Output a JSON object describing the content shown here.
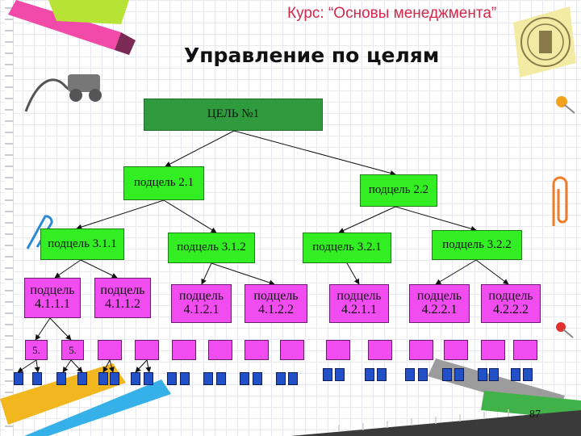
{
  "header": {
    "course": "Курс: “Основы менеджмента”",
    "title": "Управление по целям"
  },
  "tree": {
    "root": "ЦЕЛЬ №1",
    "level2": [
      "подцель 2.1",
      "подцель 2.2"
    ],
    "level3": [
      "подцель 3.1.1",
      "подцель 3.1.2",
      "подцель 3.2.1",
      "подцель 3.2.2"
    ],
    "level4": [
      "подцель\n4.1.1.1",
      "подцель\n4.1.1.2",
      "подцель\n4.1.2.1",
      "подцель\n4.1.2.2",
      "подцель\n4.2.1.1",
      "подцель\n4.2.2.1",
      "подцель\n4.2.2.2"
    ],
    "level5": [
      "5.",
      "5."
    ]
  },
  "colors": {
    "root_fill": "#2f9a3e",
    "level2_3_fill": "#33ee22",
    "level4_5_fill": "#f04cf0",
    "level6_fill": "#2250c9"
  },
  "footer": {
    "page_number": "87"
  },
  "decorations": [
    "pen-illustration",
    "seal-emblem",
    "paperclip-icon",
    "pushpin-icon",
    "ruler",
    "markers"
  ]
}
